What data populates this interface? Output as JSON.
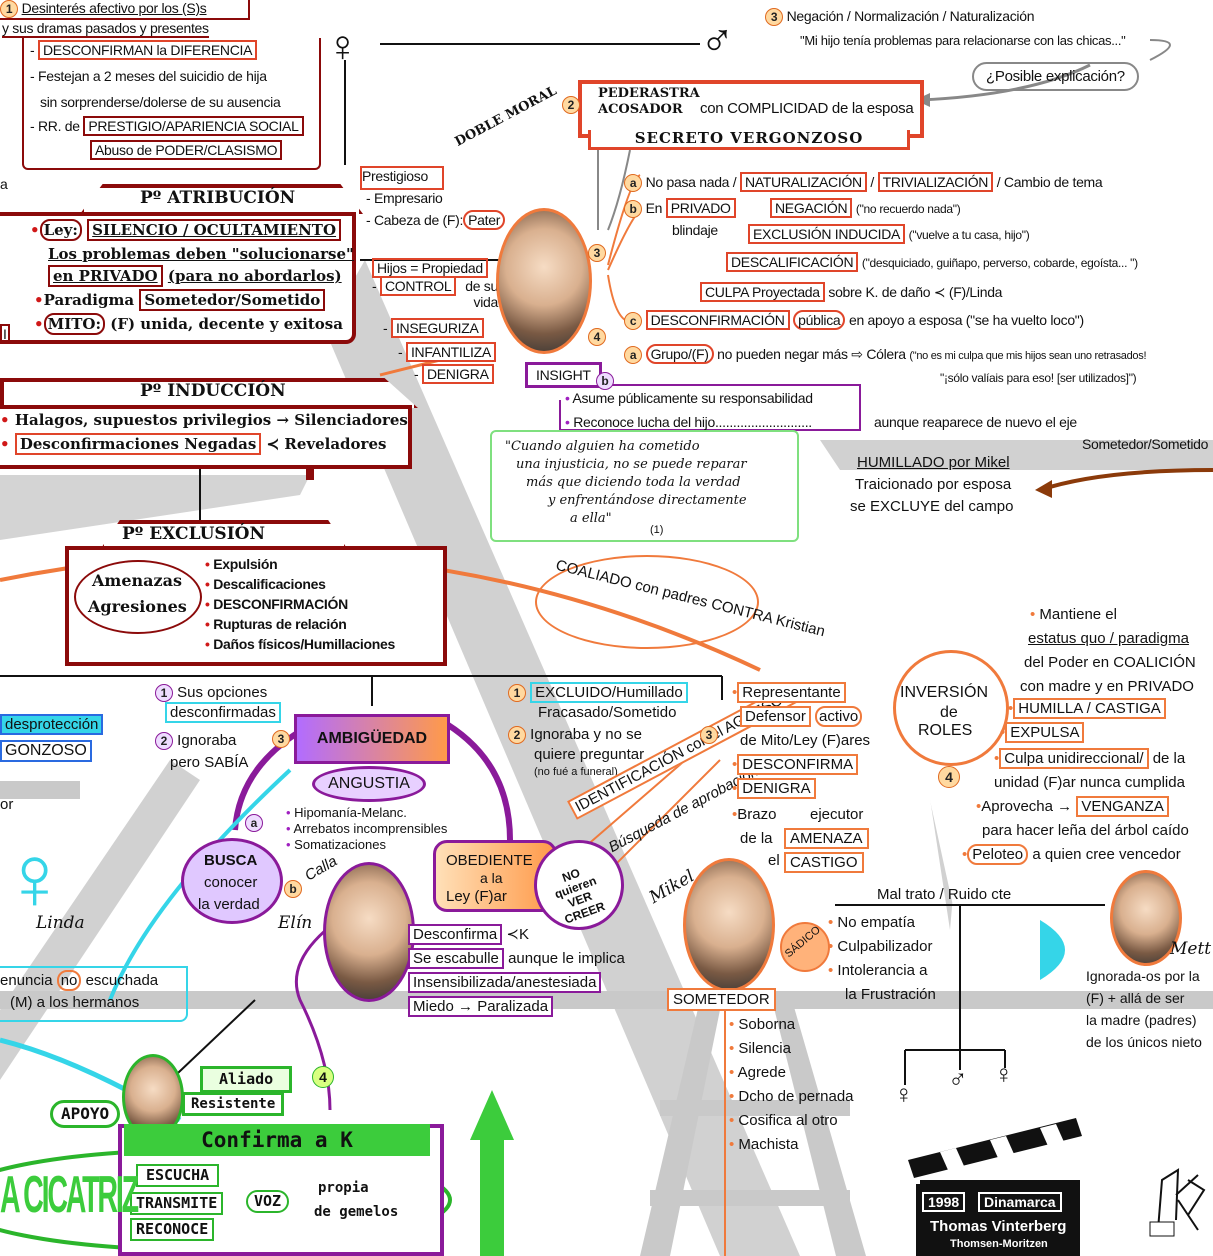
{
  "top_left": {
    "badge": "1",
    "line1": "Desinterés afectivo por los (S)s",
    "line2": "y sus dramas pasados y presentes",
    "items": [
      {
        "prefix": "- ",
        "text": "DESCONFIRMAN la DIFERENCIA"
      },
      {
        "prefix": "- ",
        "text": "Festejan a 2 meses del suicidio de hija"
      },
      {
        "prefix": "",
        "text": "sin sorprenderse/dolerse de su ausencia"
      },
      {
        "prefix": "- RR. de ",
        "text": "PRESTIGIO/APARIENCIA SOCIAL"
      },
      {
        "prefix": "",
        "text": "Abuso de PODER/CLASISMO"
      }
    ]
  },
  "top_right": {
    "badge": "3",
    "line1": "Negación / Normalización / Naturalización",
    "line2": "\"Mi hijo tenía problemas para relacionarse con las chicas...\"",
    "posible": "¿Posible explicación?"
  },
  "pederastra": {
    "badge": "2",
    "title": "PEDERASTRA ACOSADOR",
    "complicity": "con COMPLICIDAD de la esposa",
    "secret": "SECRETO VERGONZOSO",
    "doble_moral": "DOBLE MORAL"
  },
  "father": {
    "prestigioso": "Prestigioso",
    "items": [
      "- Empresario",
      "- Cabeza de (F):",
      "Pater"
    ],
    "hijos": "Hijos = Propiedad",
    "control": "CONTROL",
    "control_suffix": "de su vida",
    "inseguriza": "INSEGURIZA",
    "infantiliza": "INFANTILIZA",
    "denigra": "DENIGRA",
    "badge3": "3",
    "badge4": "4",
    "insight": "INSIGHT",
    "insight_b": "b"
  },
  "reactions": {
    "a_label": "a",
    "a_text": "No pasa nada /",
    "a_nat": "NATURALIZACIÓN",
    "a_triv": "TRIVIALIZACIÓN",
    "a_end": "/ Cambio de tema",
    "b_label": "b",
    "b_en": "En",
    "b_privado": "PRIVADO",
    "b_blindaje": "blindaje",
    "negacion": "NEGACIÓN",
    "negacion_q": "(\"no recuerdo nada\")",
    "exclusion": "EXCLUSIÓN INDUCIDA",
    "exclusion_q": "(\"vuelve a tu casa, hijo\")",
    "descal": "DESCALIFICACIÓN",
    "descal_q": "(\"desquiciado, guiñapo, perverso, cobarde, egoísta... \")",
    "culpa": "CULPA Proyectada",
    "culpa_q": "sobre K. de daño",
    "culpa_q2": "(F)/Linda",
    "c_label": "c",
    "c_text": "DESCONFIRMACIÓN",
    "c_publica": "pública",
    "c_end": "en apoyo a esposa (\"se ha vuelto loco\")",
    "four_a": "a",
    "grupo": "Grupo/(F)",
    "grupo_text": "no pueden negar más",
    "colera": "Cólera",
    "colera_q": "(\"no es mi culpa que mis hijos sean uno retrasados!",
    "colera_q2": "\"¡sólo valíais para eso! [ser utilizados]\")",
    "asume": "Asume públicamente su responsabilidad",
    "reconoce": "Reconoce lucha del hijo...........................",
    "reconoce_end": "aunque reaparece de nuevo el eje",
    "sometedor_eje": "Sometedor/Sometido"
  },
  "quote": {
    "text1": "\"Cuando alguien ha cometido",
    "text2": "una injusticia, no se puede reparar",
    "text3": "más que diciendo toda la verdad",
    "text4": "y enfrentándose directamente",
    "text5": "a ella\"",
    "ref": "(1)"
  },
  "atribucion": {
    "title": "Pº ATRIBUCIÓN",
    "ley": "Ley:",
    "silencio": "SILENCIO / OCULTAMIENTO",
    "problemas": "Los problemas deben \"solucionarse\"",
    "privado": "en PRIVADO",
    "privado_end": "(para no abordarlos)",
    "paradigma": "Paradigma",
    "sometedor": "Sometedor/Sometido",
    "mito": "MITO:",
    "mito_end": "(F) unida, decente y exitosa"
  },
  "induccion": {
    "title": "Pº INDUCCIÓN",
    "line1a": "Halagos, supuestos privilegios",
    "line1b": "Silenciadores",
    "line2a": "Desconfirmaciones Negadas",
    "line2b": "Reveladores"
  },
  "exclusion": {
    "title": "Pº EXCLUSIÓN",
    "amenazas": "Amenazas",
    "agresiones": "Agresiones",
    "items": [
      "Expulsión",
      "Descalificaciones",
      "DESCONFIRMACIÓN",
      "Rupturas de relación",
      "Daños físicos/Humillaciones"
    ]
  },
  "coaliado": "COALIADO con padres CONTRA Kristian",
  "inversion": {
    "humillado": "HUMILLADO por Mikel",
    "traicionado": "Traicionado por esposa",
    "excluye": "se EXCLUYE del campo",
    "label1": "INVERSIÓN",
    "label2": "de",
    "label3": "ROLES",
    "badge": "4",
    "mantiene": "Mantiene el",
    "estatus": "estatus quo / paradigma",
    "poder": "del Poder en COALICIÓN",
    "madre": "con madre y en PRIVADO",
    "humilla": "HUMILLA / CASTIGA",
    "expulsa": "EXPULSA",
    "culpa": "Culpa unidireccional/",
    "culpa2": "de la",
    "unidad": "unidad (F)ar nunca cumplida",
    "aprovecha": "Aprovecha",
    "venganza": "VENGANZA",
    "lena": "para hacer leña del árbol caído",
    "peloteo": "Peloteo",
    "peloteo_end": "a quien cree vencedor"
  },
  "middle_left": {
    "b1": "1",
    "sus_opciones": "Sus opciones",
    "desconfirmadas": "desconfirmadas",
    "b2": "2",
    "ignoraba": "Ignoraba",
    "pero": "pero SABÍA",
    "b3": "3",
    "ambiguedad": "AMBIGÜEDAD",
    "angustia": "ANGUSTIA",
    "symptoms": [
      "Hipomanía-Melanc.",
      "Arrebatos incomprensibles",
      "Somatizaciones"
    ],
    "busca1": "BUSCA",
    "busca2": "conocer",
    "busca3": "la verdad",
    "a": "a",
    "b": "b",
    "calla": "Calla",
    "obediente1": "OBEDIENTE",
    "obediente2": "a la",
    "obediente3": "Ley (F)ar",
    "no_quieren": "NO quieren VER CREER",
    "elin": "Elín",
    "desconfirma": "Desconfirma",
    "k": "K",
    "escabulle": "Se escabulle",
    "escabulle_end": "aunque le implica",
    "insensibilizada": "Insensibilizada/anestesiada",
    "miedo": "Miedo",
    "paralizada": "Paralizada"
  },
  "far_left": {
    "desproteccion": "desprotección",
    "vergonzoso": "GONZOSO",
    "or": "or",
    "linda": "Linda",
    "denuncia1": "enuncia",
    "no": "no",
    "denuncia2": "escuchada",
    "hermanos": "(M) a los hermanos",
    "a_letter": "a",
    "l_letter": "I"
  },
  "mikel": {
    "b1": "1",
    "excluido": "EXCLUIDO/Humillado",
    "fracasado": "Fracasado/Sometido",
    "b2": "2",
    "ignoraba": "Ignoraba y no se",
    "quiere": "quiere preguntar",
    "funeral": "(no fué a funeral)",
    "identificacion": "IDENTIFICACIÓN con el AGRESOR",
    "busqueda": "Búsqueda de aprobación",
    "badge3": "3",
    "representante": "Representante",
    "defensor": "Defensor",
    "activo": "activo",
    "de_mito": "de Mito/Ley (F)ares",
    "desconfirma": "DESCONFIRMA",
    "denigra": "DENIGRA",
    "brazo": "Brazo",
    "ejecutor": "ejecutor",
    "de_la": "de la",
    "amenaza": "AMENAZA",
    "el": "el",
    "castigo": "CASTIGO",
    "name": "Mikel",
    "sadico": "SÁDICO",
    "traits": [
      "No empatía",
      "Culpabilizador",
      "Intolerancia a"
    ],
    "frustracion": "la Frustración",
    "sometedor": "SOMETEDOR",
    "list": [
      "Soborna",
      "Silencia",
      "Agrede",
      "Dcho de pernada",
      "Cosifica al otro",
      "Machista"
    ],
    "maltrato": "Mal trato / Ruido cte"
  },
  "mette": {
    "name": "Mett",
    "line1": "Ignorada-os por la",
    "line2": "(F) + allá de ser",
    "line3": "la madre (padres)",
    "line4": "de los únicos nieto"
  },
  "bottom": {
    "apoyo": "APOYO",
    "aliado": "Aliado",
    "resistente": "Resistente",
    "badge4": "4",
    "confirma": "Confirma a K",
    "escucha": "ESCUCHA",
    "transmite": "TRANSMITE",
    "reconoce": "RECONOCE",
    "voz": "VOZ",
    "propia": "propia",
    "gemelos": "de gemelos",
    "cicatriz": "A CICATRIZ"
  },
  "credits": {
    "year": "1998",
    "country": "Dinamarca",
    "director": "Thomas Vinterberg",
    "writers": "Thomsen-Moritzen"
  },
  "colors": {
    "dark_red": "#8b0a0a",
    "orange": "#f07a3c",
    "purple": "#8a1a9a",
    "cyan": "#35d5e8",
    "green": "#2bb52b",
    "grey": "#bdbdbd"
  }
}
